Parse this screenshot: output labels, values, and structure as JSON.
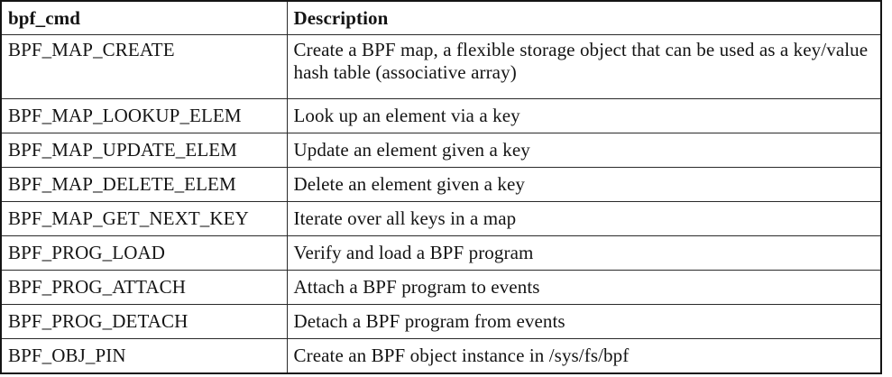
{
  "document": {
    "kind": "table",
    "background_color": "#ffffff",
    "text_color": "#141414",
    "border_color": "#2a2a2a"
  },
  "table": {
    "columns": [
      {
        "key": "cmd",
        "header": "bpf_cmd"
      },
      {
        "key": "description",
        "header": "Description"
      }
    ],
    "rows": [
      {
        "cmd": "BPF_MAP_CREATE",
        "description": "Create a BPF map, a flexible storage object that can be used as a key/value hash table (associative array)",
        "wraps": true
      },
      {
        "cmd": "BPF_MAP_LOOKUP_ELEM",
        "description": "Look up an element via a key",
        "wraps": false
      },
      {
        "cmd": "BPF_MAP_UPDATE_ELEM",
        "description": "Update an element given a key",
        "wraps": false
      },
      {
        "cmd": "BPF_MAP_DELETE_ELEM",
        "description": "Delete an element given a key",
        "wraps": false
      },
      {
        "cmd": "BPF_MAP_GET_NEXT_KEY",
        "description": "Iterate over all keys in a map",
        "wraps": false
      },
      {
        "cmd": "BPF_PROG_LOAD",
        "description": "Verify and load a BPF program",
        "wraps": false
      },
      {
        "cmd": "BPF_PROG_ATTACH",
        "description": "Attach a BPF program to events",
        "wraps": false
      },
      {
        "cmd": "BPF_PROG_DETACH",
        "description": "Detach a BPF program from events",
        "wraps": false
      },
      {
        "cmd": "BPF_OBJ_PIN",
        "description": "Create an BPF object instance in /sys/fs/bpf",
        "wraps": false
      }
    ]
  }
}
